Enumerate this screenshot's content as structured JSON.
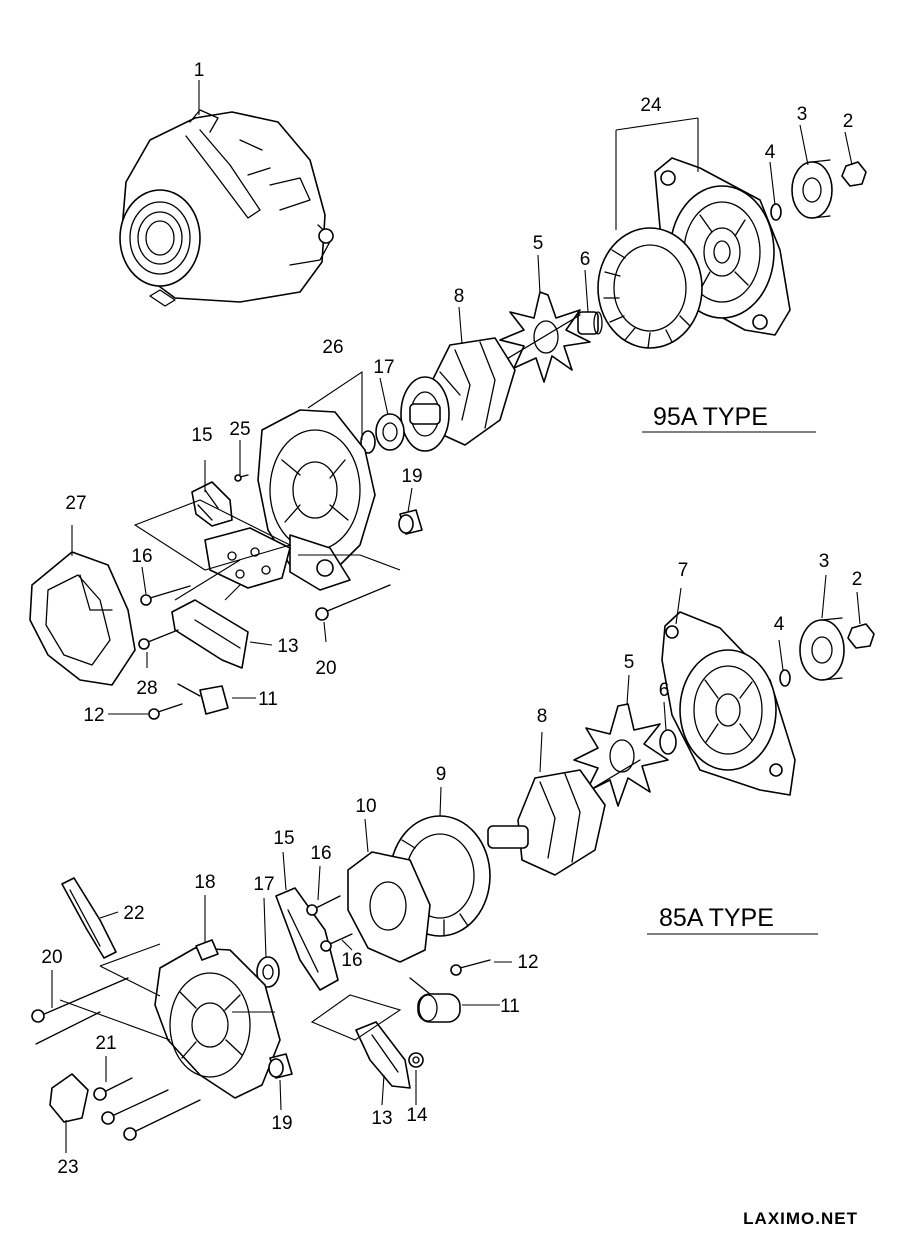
{
  "diagram": {
    "sections": [
      {
        "id": "top",
        "type_label": "95A TYPE"
      },
      {
        "id": "bottom",
        "type_label": "85A TYPE"
      }
    ],
    "part_labels": {
      "p1": "1",
      "t2": "2",
      "t3": "3",
      "t4": "4",
      "t5": "5",
      "t6": "6",
      "t8": "8",
      "t11": "11",
      "t12": "12",
      "t13": "13",
      "t15": "15",
      "t16": "16",
      "t17": "17",
      "t19": "19",
      "t20": "20",
      "t24": "24",
      "t25": "25",
      "t26": "26",
      "t27": "27",
      "t28": "28",
      "b2": "2",
      "b3": "3",
      "b4": "4",
      "b5": "5",
      "b6": "6",
      "b7": "7",
      "b8": "8",
      "b9": "9",
      "b10": "10",
      "b11": "11",
      "b12": "12",
      "b13": "13",
      "b14": "14",
      "b15": "15",
      "b16a": "16",
      "b16b": "16",
      "b17": "17",
      "b18": "18",
      "b19": "19",
      "b20": "20",
      "b21": "21",
      "b22": "22",
      "b23": "23"
    },
    "brand": "LAXIMO.NET"
  }
}
